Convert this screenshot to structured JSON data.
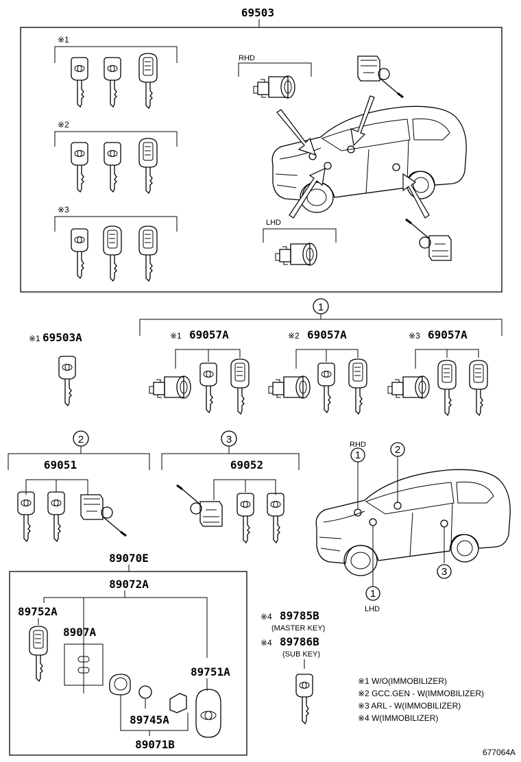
{
  "diagram": {
    "assembly_top": "69503",
    "sets": [
      {
        "marker": "※1"
      },
      {
        "marker": "※2"
      },
      {
        "marker": "※3"
      }
    ],
    "rhd_label": "RHD",
    "lhd_label": "LHD",
    "callout_1": "1",
    "callout_2": "2",
    "callout_3": "3",
    "part_69503A_marker": "※1",
    "part_69503A": "69503A",
    "kit_69057A": [
      {
        "marker": "※1",
        "number": "69057A"
      },
      {
        "marker": "※2",
        "number": "69057A"
      },
      {
        "marker": "※3",
        "number": "69057A"
      }
    ],
    "part_69051": "69051",
    "part_69052": "69052",
    "part_89070E": "89070E",
    "part_89072A": "89072A",
    "part_89752A": "89752A",
    "part_8907A": "8907A",
    "part_89751A": "89751A",
    "part_89745A": "89745A",
    "part_89071B": "89071B",
    "master_marker": "※4",
    "part_89785B": "89785B",
    "master_note": "(MASTER KEY)",
    "sub_marker": "※4",
    "part_89786B": "89786B",
    "sub_note": "(SUB KEY)",
    "legend": [
      "※1 W/O(IMMOBILIZER)",
      "※2 GCC.GEN - W(IMMOBILIZER)",
      "※3 ARL - W(IMMOBILIZER)",
      "※4 W(IMMOBILIZER)"
    ],
    "figure_id": "677064A"
  }
}
